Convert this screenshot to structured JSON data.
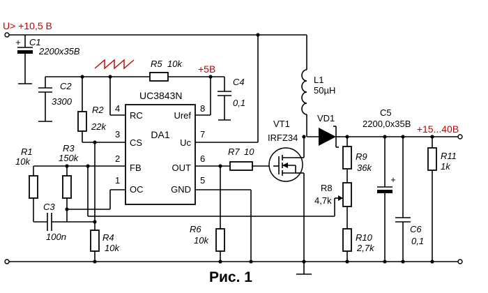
{
  "figure_caption": "Рис. 1",
  "rails": {
    "input": "U> +10,5 В",
    "ref5": "+5В",
    "output": "+15...40В"
  },
  "ic": {
    "type": "UC3843N",
    "ref": "DA1",
    "pins_left": [
      "RC",
      "CS",
      "FB",
      "OC"
    ],
    "pins_right": [
      "Uref",
      "Uc",
      "OUT",
      "GND"
    ],
    "numbers_left": [
      "4",
      "3",
      "2",
      "1"
    ],
    "numbers_right": [
      "8",
      "7",
      "6",
      "5"
    ]
  },
  "components": {
    "C1": {
      "ref": "C1",
      "value": "2200x35B"
    },
    "C2": {
      "ref": "C2",
      "value": "3300"
    },
    "C3": {
      "ref": "C3",
      "value": "100n"
    },
    "C4": {
      "ref": "C4",
      "value": "0,1"
    },
    "C5": {
      "ref": "C5",
      "value": "2200,0x35B"
    },
    "C6": {
      "ref": "C6",
      "value": "0,1"
    },
    "R1": {
      "ref": "R1",
      "value": "10k"
    },
    "R2": {
      "ref": "R2",
      "value": "22k"
    },
    "R3": {
      "ref": "R3",
      "value": "150k"
    },
    "R4": {
      "ref": "R4",
      "value": "10k"
    },
    "R5": {
      "ref": "R5",
      "value": "10k"
    },
    "R6": {
      "ref": "R6",
      "value": "10k"
    },
    "R7": {
      "ref": "R7",
      "value": "10"
    },
    "R8": {
      "ref": "R8",
      "value": "4,7k"
    },
    "R9": {
      "ref": "R9",
      "value": "36k"
    },
    "R10": {
      "ref": "R10",
      "value": "2,7k"
    },
    "R11": {
      "ref": "R11",
      "value": "1k"
    },
    "L1": {
      "ref": "L1",
      "value": "50µH"
    },
    "VT1": {
      "ref": "VT1",
      "value": "IRFZ34"
    },
    "VD1": {
      "ref": "VD1"
    }
  },
  "plus_sign": "+"
}
